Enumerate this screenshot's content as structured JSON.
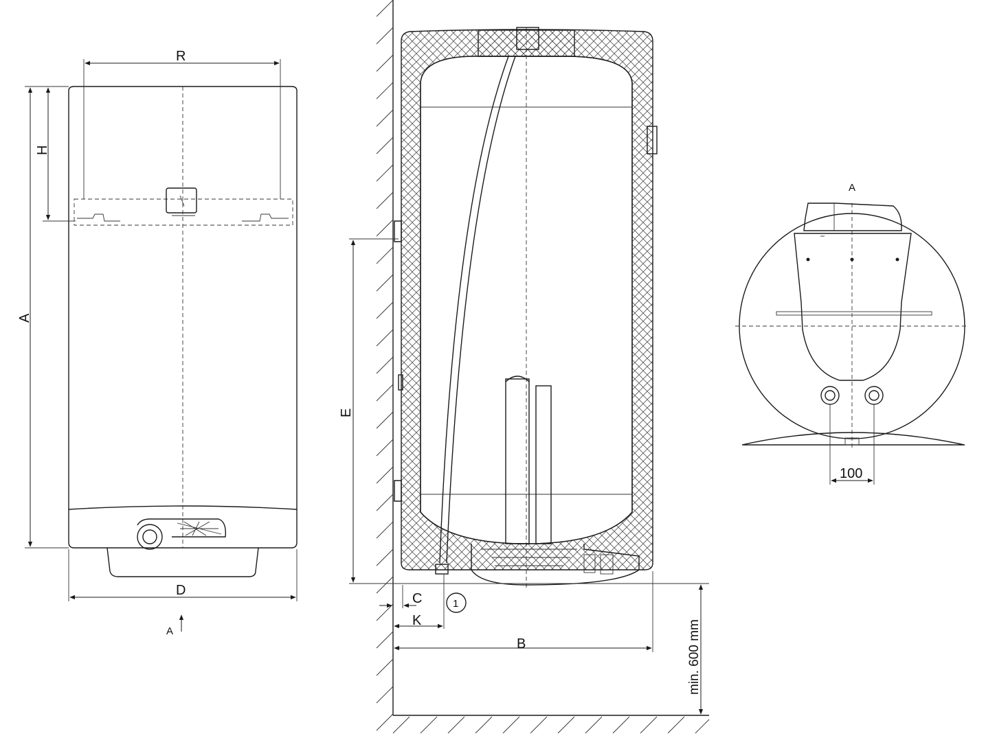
{
  "labels": {
    "r": "R",
    "h": "H",
    "a": "A",
    "d": "D",
    "arrow_a": "A",
    "e": "E",
    "c": "C",
    "k": "K",
    "b": "B",
    "callout_1": "1",
    "min_clearance": "min. 600 mm",
    "side_view_title": "A",
    "spacing_100": "100"
  },
  "colors": {
    "line": "#1a1a1a",
    "background": "#ffffff"
  }
}
